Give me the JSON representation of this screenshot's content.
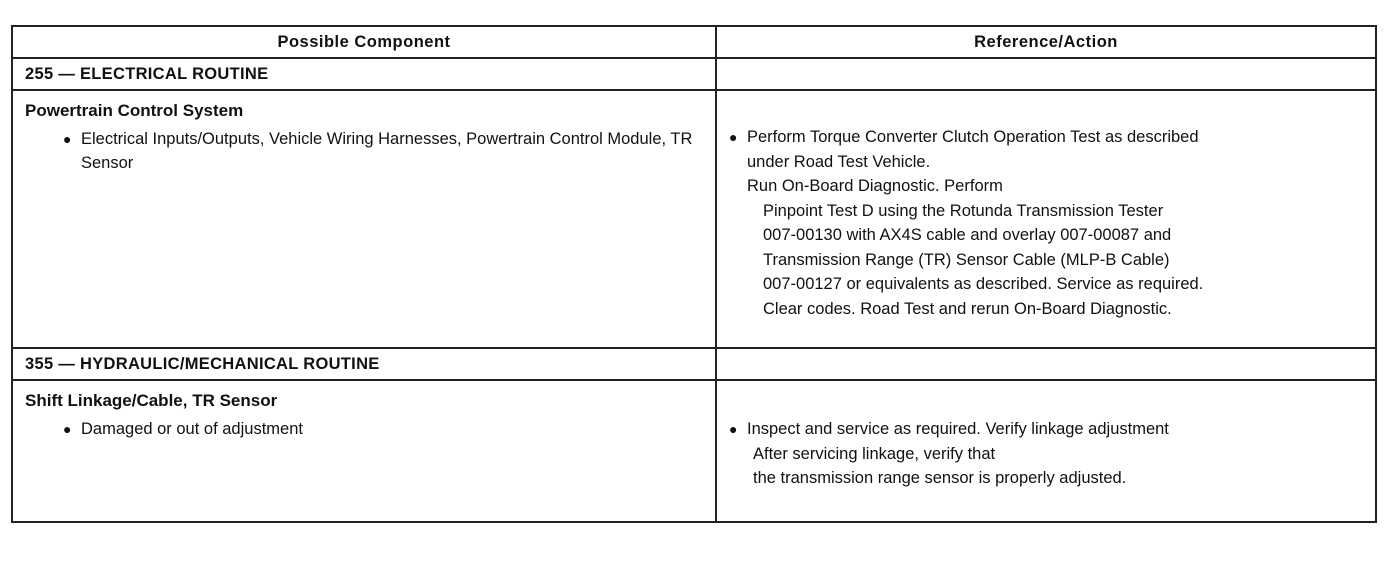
{
  "header": {
    "col1": "Possible Component",
    "col2": "Reference/Action"
  },
  "sections": [
    {
      "title": "255 — ELECTRICAL ROUTINE",
      "component": "Powertrain Control System",
      "items": [
        "Electrical Inputs/Outputs, Vehicle Wiring Harnesses, Powertrain Control Module, TR Sensor"
      ],
      "action_lines": [
        "Perform Torque Converter Clutch Operation Test as described",
        "under Road Test Vehicle.",
        "Run On-Board Diagnostic. Perform",
        "Pinpoint Test D using the Rotunda Transmission Tester",
        "007-00130 with AX4S cable and overlay 007-00087 and",
        "Transmission Range (TR) Sensor Cable (MLP-B Cable)",
        "007-00127 or equivalents as described. Service as required.",
        "Clear codes. Road Test and rerun On-Board Diagnostic."
      ]
    },
    {
      "title": "355 — HYDRAULIC/MECHANICAL ROUTINE",
      "component": "Shift Linkage/Cable, TR Sensor",
      "items": [
        "Damaged or out of adjustment"
      ],
      "action_lines": [
        "Inspect and service as required. Verify linkage adjustment",
        "After servicing linkage, verify that",
        "the transmission range sensor is properly adjusted."
      ]
    }
  ]
}
